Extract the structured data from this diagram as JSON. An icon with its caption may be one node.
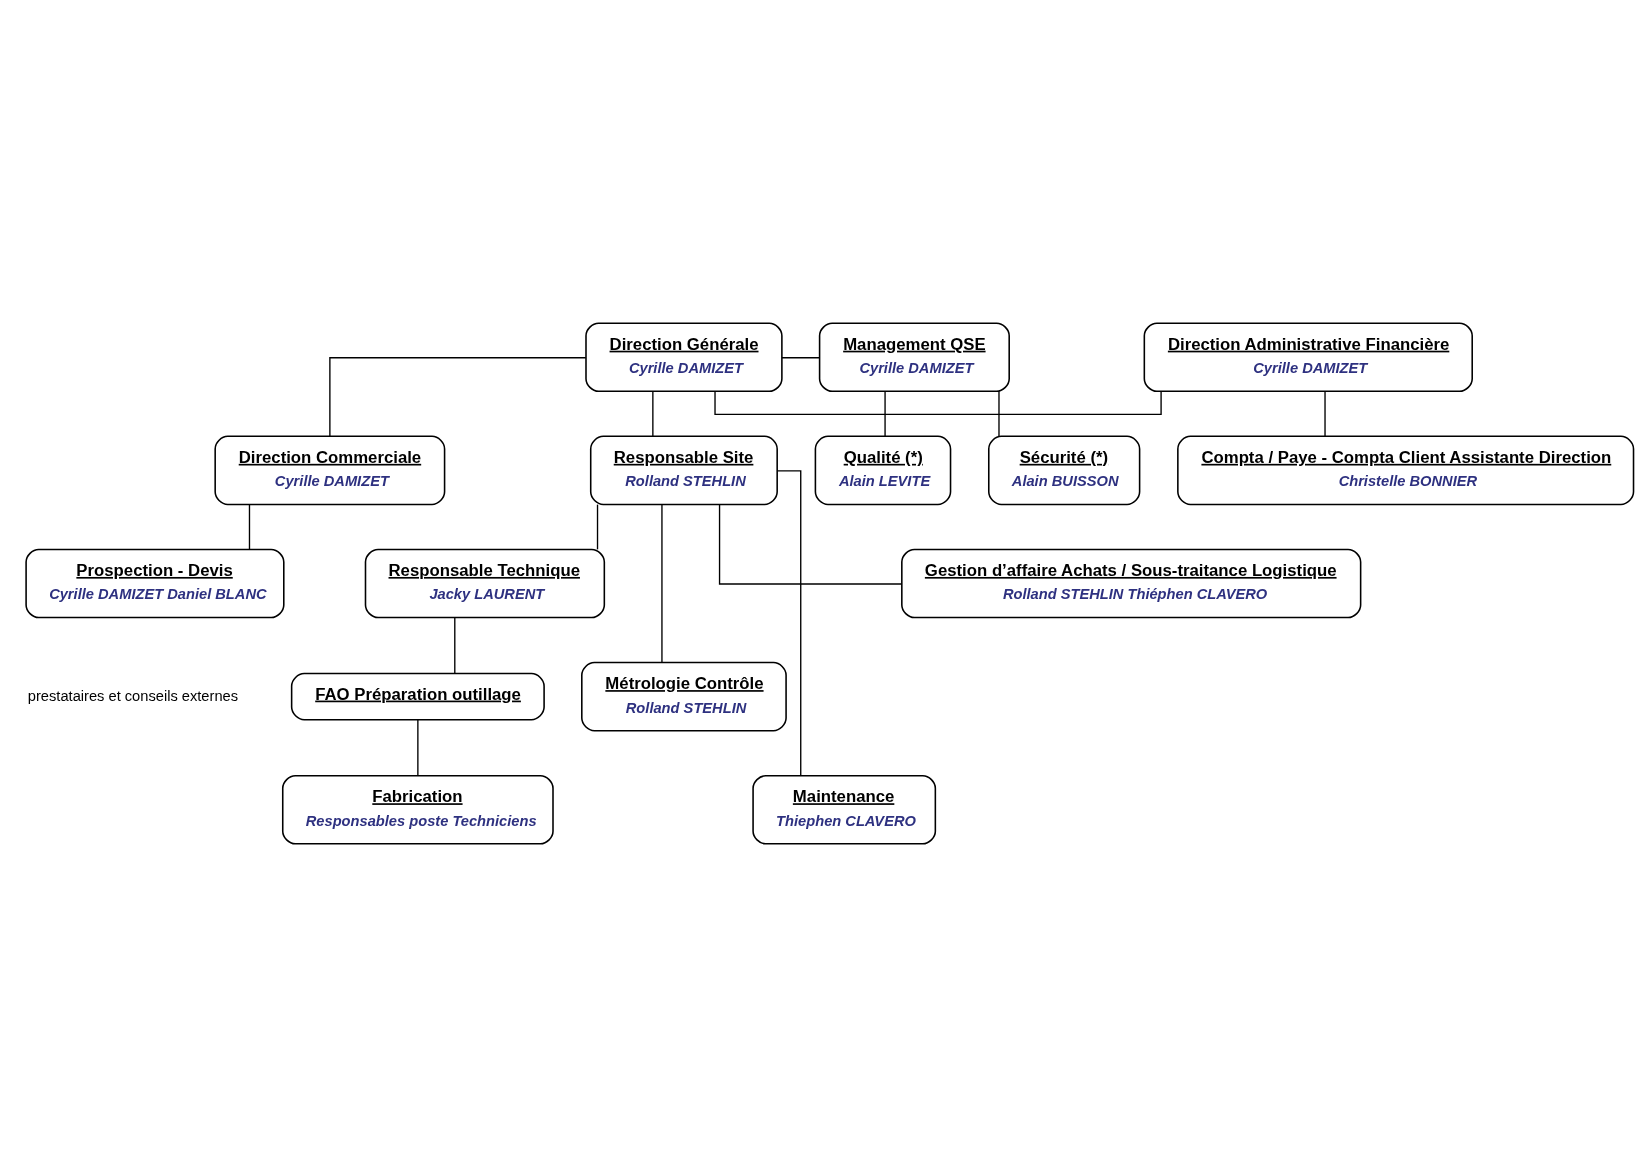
{
  "diagram": {
    "nodes": [
      {
        "text": [
          "Direction Administrative Financière",
          "Cyrille DAMIZET"
        ]
      },
      {
        "text": [
          "Direction Générale",
          "Cyrille DAMIZET"
        ]
      },
      {
        "text": [
          "Management QSE",
          "Cyrille DAMIZET"
        ]
      },
      {
        "text": [
          "Compta / Paye - Compta Client Assistante Direction",
          "Christelle BONNIER"
        ]
      },
      {
        "text": [
          "Qualité (*)",
          "Alain LEVITE"
        ]
      },
      {
        "text": [
          "Sécurité (*)",
          "Alain BUISSON"
        ]
      },
      {
        "text": [
          "Direction Commerciale",
          "Cyrille DAMIZET"
        ]
      },
      {
        "text": [
          "Responsable Site",
          "Rolland STEHLIN"
        ]
      },
      {
        "text": [
          "Prospection - Devis",
          "Cyrille DAMIZET Daniel BLANC"
        ]
      },
      {
        "text": [
          "Gestion d’affaire Achats / Sous-traitance Logistique",
          "Rolland STEHLIN Thiéphen CLAVERO"
        ]
      },
      {
        "text": [
          "Responsable Technique",
          "Jacky LAURENT"
        ]
      },
      {
        "text": [
          "Métrologie Contrôle",
          "Rolland STEHLIN"
        ]
      },
      {
        "text": [
          "FAO Préparation outillage"
        ]
      },
      {
        "text": [
          "Maintenance",
          "Thiephen CLAVERO"
        ]
      },
      {
        "text": [
          "Fabrication",
          "Responsables poste Techniciens"
        ]
      }
    ],
    "edges": [
      {
        "from": 1,
        "to": 0,
        "arrow": "none"
      },
      {
        "from": 1,
        "to": 2,
        "arrow": "none"
      },
      {
        "from": 0,
        "to": 3,
        "arrow": "none"
      },
      {
        "from": 2,
        "to": 4,
        "arrow": "none"
      },
      {
        "from": 2,
        "to": 5,
        "arrow": "none"
      },
      {
        "from": 1,
        "to": 6,
        "arrow": "none"
      },
      {
        "from": 1,
        "to": 7,
        "arrow": "none"
      },
      {
        "from": 6,
        "to": 8,
        "arrow": "none"
      },
      {
        "from": 7,
        "to": 9,
        "arrow": "none"
      },
      {
        "from": 7,
        "to": 10,
        "arrow": "none"
      },
      {
        "from": 7,
        "to": 11,
        "arrow": "none"
      },
      {
        "from": 7,
        "to": 13,
        "arrow": "none"
      },
      {
        "from": 10,
        "to": 12,
        "arrow": "none"
      },
      {
        "from": 12,
        "to": 14,
        "arrow": "none"
      }
    ],
    "labels": [
      "prestataires et conseils externes"
    ]
  }
}
